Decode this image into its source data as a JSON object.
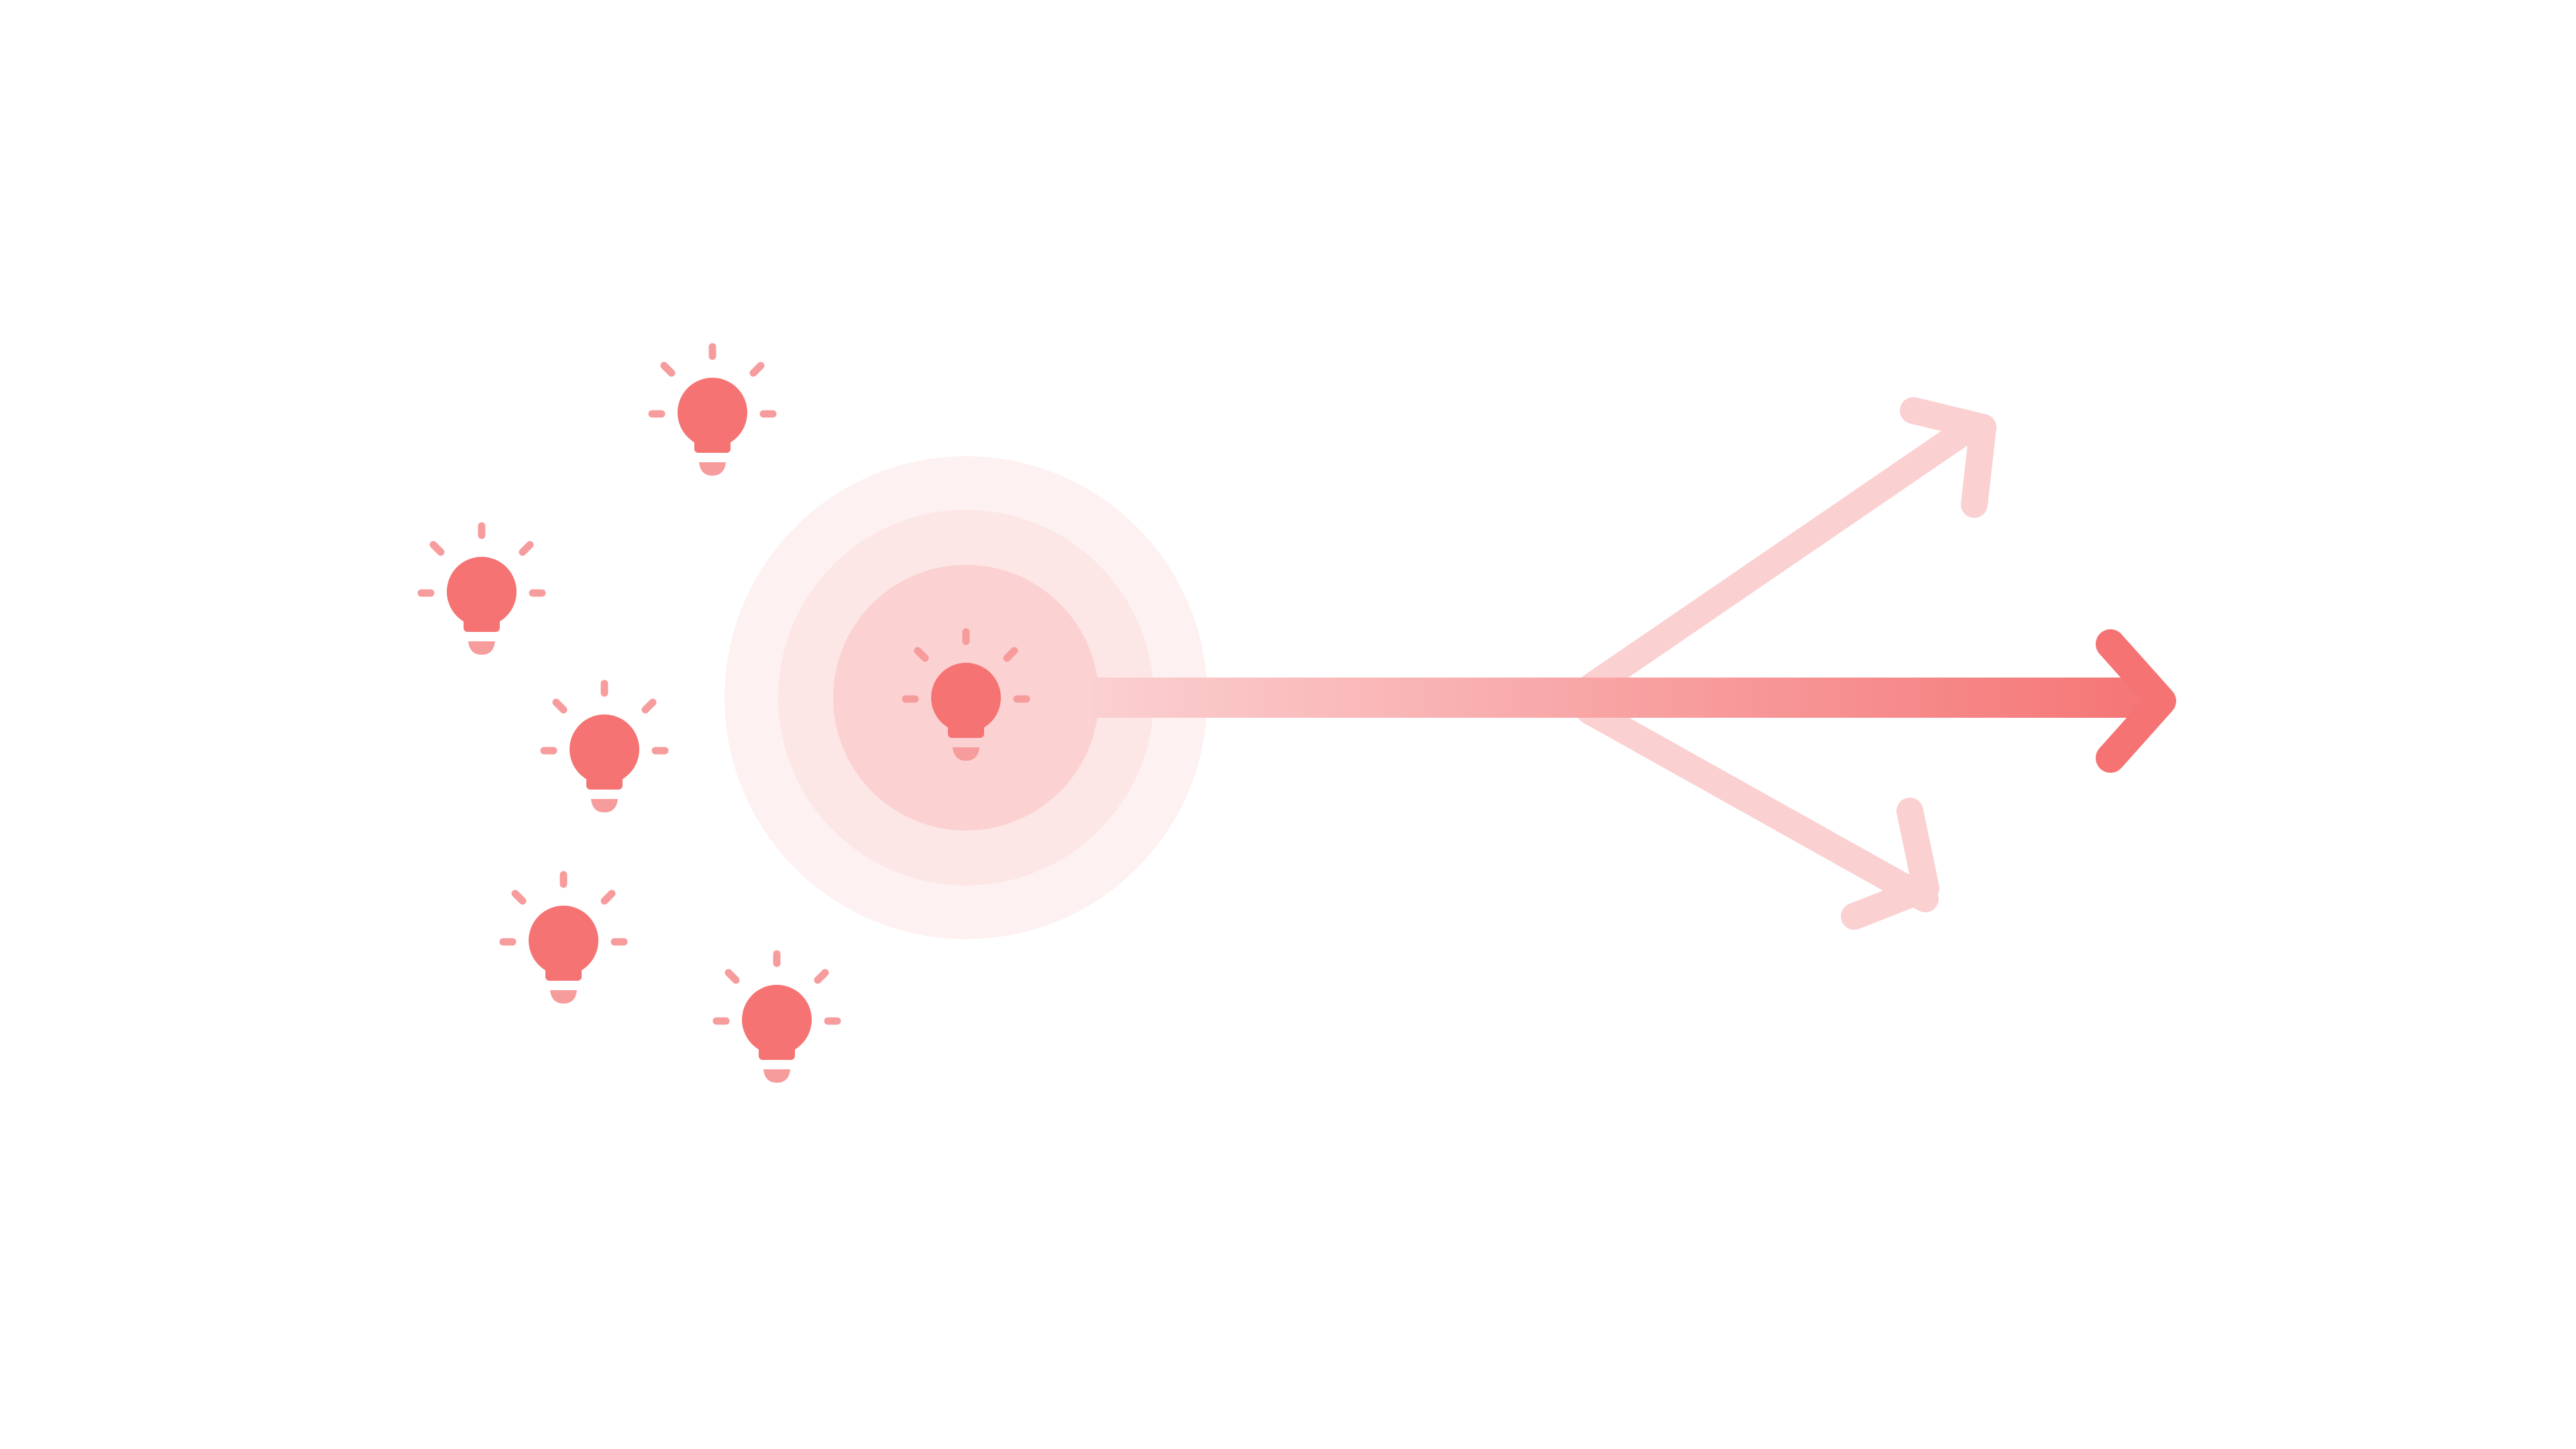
{
  "colors": {
    "background": "#ffffff",
    "bulb": "#f57373",
    "ray": "#f79c9c",
    "ring_outer": "#fef1f1",
    "ring_middle": "#fde6e6",
    "ring_inner": "#fbd1d2",
    "side_arrow": "#fbd0d1",
    "main_arrow_start": "#fbd0d1",
    "main_arrow_end": "#f57373"
  },
  "icons": {
    "idea": "lightbulb-icon",
    "focus": "target-rings",
    "directions": "arrow-icon"
  },
  "scattered_ideas": [
    {
      "name": "lightbulb-icon-1"
    },
    {
      "name": "lightbulb-icon-2"
    },
    {
      "name": "lightbulb-icon-3"
    },
    {
      "name": "lightbulb-icon-4"
    },
    {
      "name": "lightbulb-icon-5"
    }
  ],
  "focused_idea": {
    "name": "focused-lightbulb-icon"
  },
  "arrows": [
    {
      "name": "upper-arrow",
      "emphasis": "faded"
    },
    {
      "name": "main-arrow",
      "emphasis": "highlighted"
    },
    {
      "name": "lower-arrow",
      "emphasis": "faded"
    }
  ]
}
